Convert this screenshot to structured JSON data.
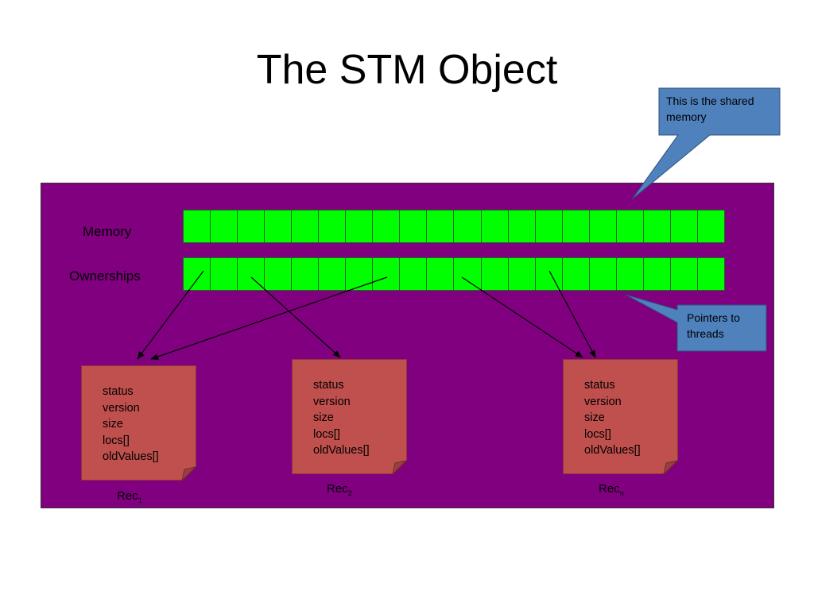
{
  "title": "The STM Object",
  "rows": {
    "memory_label": "Memory",
    "ownerships_label": "Ownerships"
  },
  "cell_count": 20,
  "records": [
    {
      "name": "Rec",
      "sub": "1",
      "fields": [
        "status",
        "version",
        "size",
        "locs[]",
        "oldValues[]"
      ]
    },
    {
      "name": "Rec",
      "sub": "2",
      "fields": [
        "status",
        "version",
        "size",
        "locs[]",
        "oldValues[]"
      ]
    },
    {
      "name": "Rec",
      "sub": "n",
      "fields": [
        "status",
        "version",
        "size",
        "locs[]",
        "oldValues[]"
      ]
    }
  ],
  "callouts": {
    "shared_memory": "This is the shared memory",
    "pointers": "Pointers to threads"
  },
  "colors": {
    "frame": "#800080",
    "cell": "#00ff00",
    "record": "#c0504d",
    "callout": "#4f81bd"
  }
}
